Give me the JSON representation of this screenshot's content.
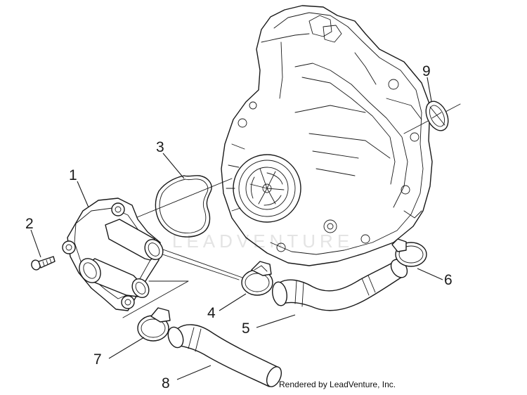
{
  "watermark": "LEADVENTURE",
  "credit": "Rendered by LeadVenture, Inc.",
  "callouts": [
    {
      "id": "1",
      "label": "1"
    },
    {
      "id": "2",
      "label": "2"
    },
    {
      "id": "3",
      "label": "3"
    },
    {
      "id": "4",
      "label": "4"
    },
    {
      "id": "5",
      "label": "5"
    },
    {
      "id": "6",
      "label": "6"
    },
    {
      "id": "7",
      "label": "7"
    },
    {
      "id": "8",
      "label": "8"
    },
    {
      "id": "9",
      "label": "9"
    }
  ]
}
